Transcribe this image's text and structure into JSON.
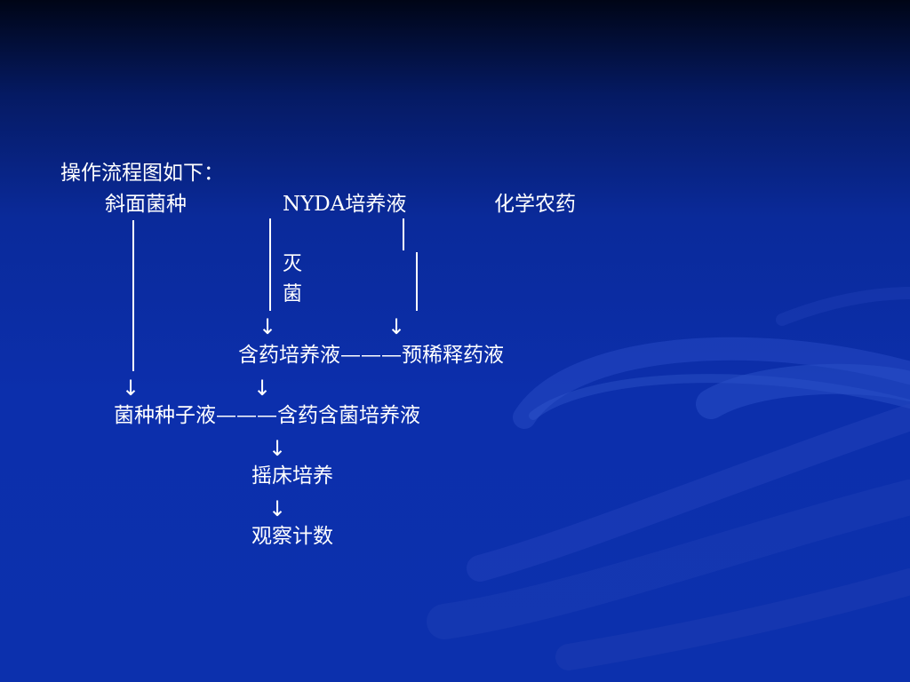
{
  "diagram": {
    "heading": "操作流程图如下：",
    "nodes": {
      "slant_strain": "斜面菌种",
      "nyda_medium": "NYDA培养液",
      "pesticide": "化学农药",
      "sterilize_1": "灭",
      "sterilize_2": "菌",
      "drug_medium": "含药培养液",
      "prediluted_drug": "预稀释药液",
      "seed_liquid": "菌种种子液",
      "drug_bacteria_medium": "含药含菌培养液",
      "shake_culture": "摇床培养",
      "observe_count": "观察计数"
    },
    "connectors": {
      "dash_1": "———",
      "dash_2": "———"
    },
    "arrow_symbol": "↓"
  }
}
